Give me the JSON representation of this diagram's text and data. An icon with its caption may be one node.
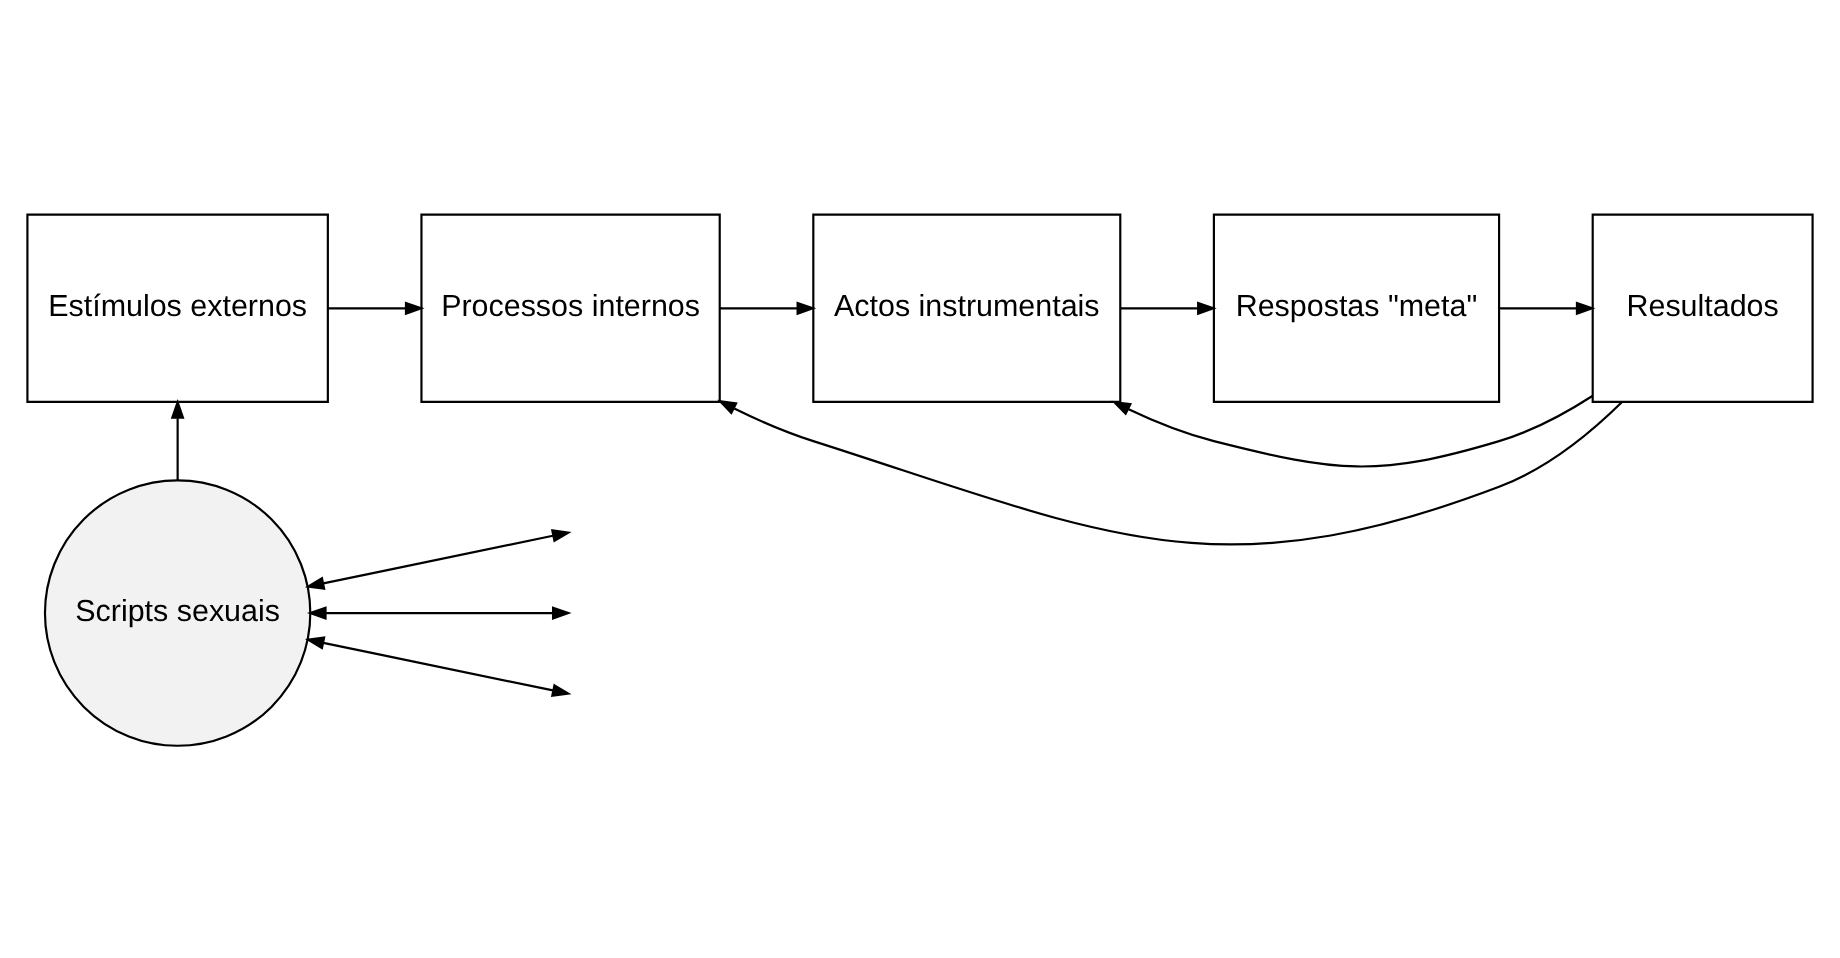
{
  "diagram": {
    "nodes": [
      {
        "text": [
          "Estímulos externos"
        ]
      },
      {
        "text": [
          "Processos internos"
        ]
      },
      {
        "text": [
          "Scripts sexuais"
        ]
      },
      {
        "text": [
          "Actos instrumentais"
        ]
      },
      {
        "text": [
          "Respostas \"meta\""
        ]
      },
      {
        "text": [
          "Resultados"
        ]
      }
    ],
    "edges": [
      {
        "from": 2,
        "to": 0,
        "arrow": "to"
      },
      {
        "from": 0,
        "to": 1,
        "arrow": "to"
      },
      {
        "from": 1,
        "to": 3,
        "arrow": "to"
      },
      {
        "from": 3,
        "to": 4,
        "arrow": "to"
      },
      {
        "from": 4,
        "to": 5,
        "arrow": "to"
      },
      {
        "from": 5,
        "to": 1,
        "arrow": "to"
      },
      {
        "from": 5,
        "to": 3,
        "arrow": "to"
      },
      {
        "from": 2,
        "to": null,
        "arrow": "both"
      },
      {
        "from": 2,
        "to": null,
        "arrow": "both"
      },
      {
        "from": 2,
        "to": null,
        "arrow": "both"
      }
    ]
  }
}
